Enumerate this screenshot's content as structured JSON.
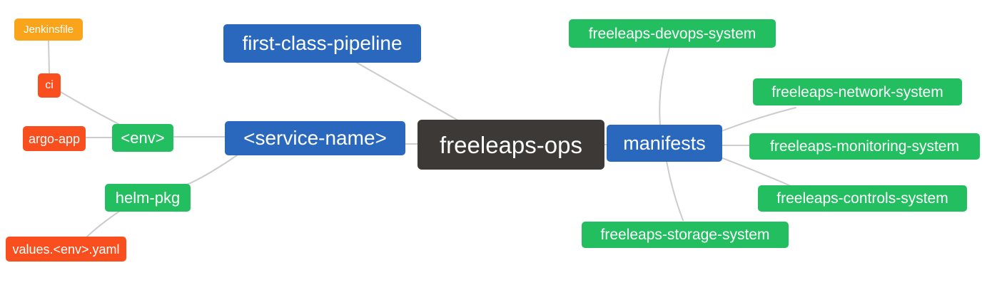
{
  "diagram": {
    "title": "freeleaps-ops mind map",
    "background_color": "#ffffff",
    "edge_color": "#cccccc",
    "palette": {
      "blue": "#2A68BE",
      "green": "#22BE60",
      "red": "#F94F1E",
      "orange": "#F9A41B",
      "dark": "#3C3936"
    },
    "nodes": {
      "jenkinsfile": {
        "label": "Jenkinsfile",
        "color": "orange"
      },
      "ci": {
        "label": "ci",
        "color": "red"
      },
      "argo": {
        "label": "argo-app",
        "color": "red"
      },
      "env": {
        "label": "<env>",
        "color": "green"
      },
      "helm": {
        "label": "helm-pkg",
        "color": "green"
      },
      "values": {
        "label": "values.<env>.yaml",
        "color": "red"
      },
      "pipeline": {
        "label": "first-class-pipeline",
        "color": "blue"
      },
      "service": {
        "label": "<service-name>",
        "color": "blue"
      },
      "ops": {
        "label": "freeleaps-ops",
        "color": "dark"
      },
      "manifests": {
        "label": "manifests",
        "color": "blue"
      },
      "devops": {
        "label": "freeleaps-devops-system",
        "color": "green"
      },
      "network": {
        "label": "freeleaps-network-system",
        "color": "green"
      },
      "monitoring": {
        "label": "freeleaps-monitoring-system",
        "color": "green"
      },
      "controls": {
        "label": "freeleaps-controls-system",
        "color": "green"
      },
      "storage": {
        "label": "freeleaps-storage-system",
        "color": "green"
      }
    },
    "edges": [
      [
        "jenkinsfile",
        "ci"
      ],
      [
        "ci",
        "env"
      ],
      [
        "argo",
        "env"
      ],
      [
        "env",
        "service"
      ],
      [
        "service",
        "helm"
      ],
      [
        "helm",
        "values"
      ],
      [
        "pipeline",
        "ops"
      ],
      [
        "service",
        "ops"
      ],
      [
        "ops",
        "manifests"
      ],
      [
        "manifests",
        "devops"
      ],
      [
        "manifests",
        "network"
      ],
      [
        "manifests",
        "monitoring"
      ],
      [
        "manifests",
        "controls"
      ],
      [
        "manifests",
        "storage"
      ]
    ]
  }
}
